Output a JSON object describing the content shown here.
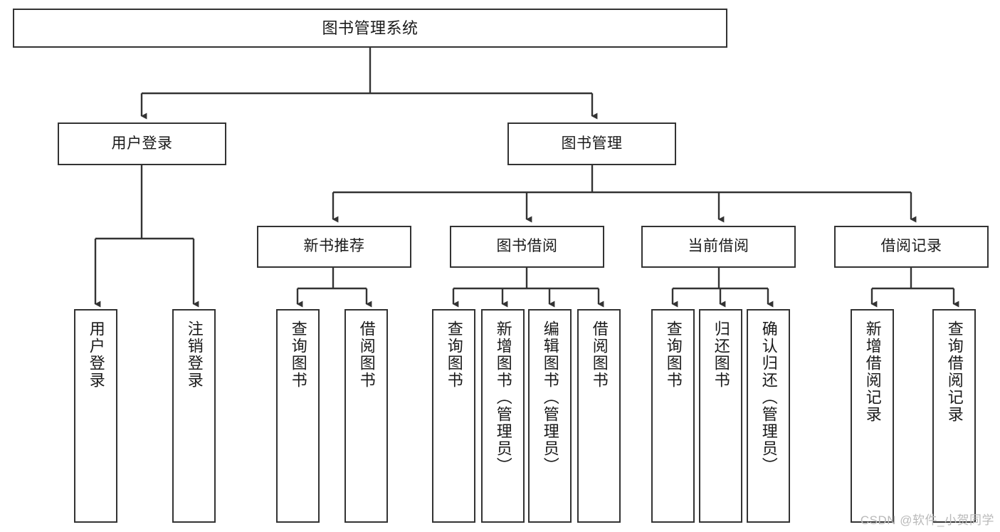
{
  "diagram": {
    "title": "图书管理系统",
    "type": "tree",
    "watermark": "CSDN @软件_小贺同学",
    "colors": {
      "box_border": "#333333",
      "box_fill": "#ffffff",
      "connector": "#333333",
      "text": "#1a1a1a",
      "watermark": "#b9b9b9"
    },
    "root": {
      "label": "图书管理系统"
    },
    "level2": [
      {
        "label": "用户登录"
      },
      {
        "label": "图书管理"
      }
    ],
    "level3": [
      {
        "label": "新书推荐"
      },
      {
        "label": "图书借阅"
      },
      {
        "label": "当前借阅"
      },
      {
        "label": "借阅记录"
      }
    ],
    "leaves": {
      "user_login": [
        {
          "label": "用户登录"
        },
        {
          "label": "注销登录"
        }
      ],
      "new_book": [
        {
          "label": "查询图书"
        },
        {
          "label": "借阅图书"
        }
      ],
      "book_borrow": [
        {
          "label": "查询图书"
        },
        {
          "label": "新增图书（管理员）"
        },
        {
          "label": "编辑图书（管理员）"
        },
        {
          "label": "借阅图书"
        }
      ],
      "current_borrow": [
        {
          "label": "查询图书"
        },
        {
          "label": "归还图书"
        },
        {
          "label": "确认归还（管理员）"
        }
      ],
      "borrow_record": [
        {
          "label": "新增借阅记录"
        },
        {
          "label": "查询借阅记录"
        }
      ]
    }
  }
}
